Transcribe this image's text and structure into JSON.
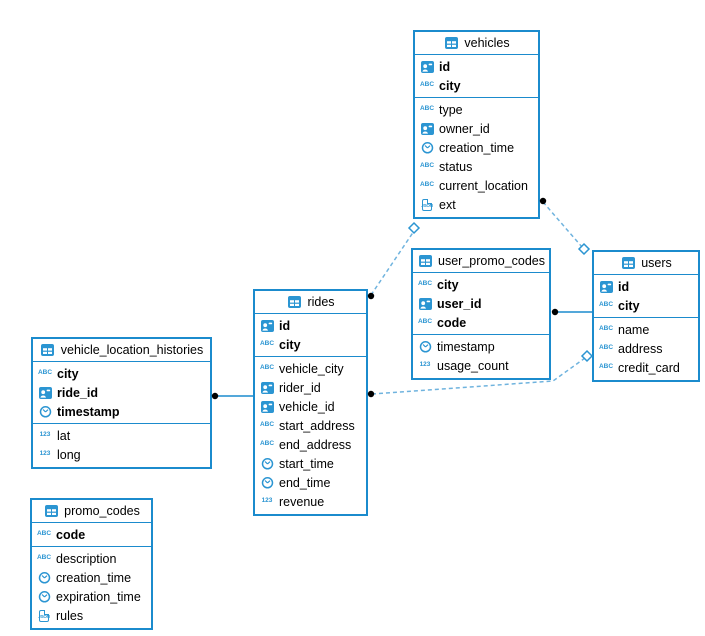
{
  "icons": {
    "text_glyph": "ABC",
    "number_glyph": "123",
    "json_glyph": "JSON"
  },
  "colors": {
    "table_border": "#1b8bcd",
    "icon_blue": "#2b95d2",
    "dashed_line": "#6fb3de",
    "solid_line": "#1b8bcd",
    "dot": "#000000",
    "diamond_fill": "#ffffff"
  },
  "tables": [
    {
      "name": "vehicles",
      "key_fields": [
        {
          "name": "id",
          "type": "uuid"
        },
        {
          "name": "city",
          "type": "text"
        }
      ],
      "fields": [
        {
          "name": "type",
          "type": "text"
        },
        {
          "name": "owner_id",
          "type": "uuid"
        },
        {
          "name": "creation_time",
          "type": "time"
        },
        {
          "name": "status",
          "type": "text"
        },
        {
          "name": "current_location",
          "type": "text"
        },
        {
          "name": "ext",
          "type": "json"
        }
      ]
    },
    {
      "name": "user_promo_codes",
      "key_fields": [
        {
          "name": "city",
          "type": "text"
        },
        {
          "name": "user_id",
          "type": "uuid"
        },
        {
          "name": "code",
          "type": "text"
        }
      ],
      "fields": [
        {
          "name": "timestamp",
          "type": "time"
        },
        {
          "name": "usage_count",
          "type": "number"
        }
      ]
    },
    {
      "name": "users",
      "key_fields": [
        {
          "name": "id",
          "type": "uuid"
        },
        {
          "name": "city",
          "type": "text"
        }
      ],
      "fields": [
        {
          "name": "name",
          "type": "text"
        },
        {
          "name": "address",
          "type": "text"
        },
        {
          "name": "credit_card",
          "type": "text"
        }
      ]
    },
    {
      "name": "rides",
      "key_fields": [
        {
          "name": "id",
          "type": "uuid"
        },
        {
          "name": "city",
          "type": "text"
        }
      ],
      "fields": [
        {
          "name": "vehicle_city",
          "type": "text"
        },
        {
          "name": "rider_id",
          "type": "uuid"
        },
        {
          "name": "vehicle_id",
          "type": "uuid"
        },
        {
          "name": "start_address",
          "type": "text"
        },
        {
          "name": "end_address",
          "type": "text"
        },
        {
          "name": "start_time",
          "type": "time"
        },
        {
          "name": "end_time",
          "type": "time"
        },
        {
          "name": "revenue",
          "type": "number"
        }
      ]
    },
    {
      "name": "vehicle_location_histories",
      "key_fields": [
        {
          "name": "city",
          "type": "text"
        },
        {
          "name": "ride_id",
          "type": "uuid"
        },
        {
          "name": "timestamp",
          "type": "time"
        }
      ],
      "fields": [
        {
          "name": "lat",
          "type": "number"
        },
        {
          "name": "long",
          "type": "number"
        }
      ]
    },
    {
      "name": "promo_codes",
      "key_fields": [
        {
          "name": "code",
          "type": "text"
        }
      ],
      "fields": [
        {
          "name": "description",
          "type": "text"
        },
        {
          "name": "creation_time",
          "type": "time"
        },
        {
          "name": "expiration_time",
          "type": "time"
        },
        {
          "name": "rules",
          "type": "json"
        }
      ]
    }
  ],
  "connections": [
    {
      "from": "rides",
      "to": "vehicles",
      "from_end": "dot",
      "to_end": "diamond",
      "style": "dashed"
    },
    {
      "from": "vehicles",
      "to": "users",
      "from_end": "dot",
      "to_end": "diamond",
      "style": "dashed"
    },
    {
      "from": "rides",
      "to": "users",
      "from_end": "dot",
      "to_end": "diamond",
      "style": "dashed"
    },
    {
      "from": "user_promo_codes",
      "to": "users",
      "from_end": "dot",
      "to_end": "edge",
      "style": "solid"
    },
    {
      "from": "vehicle_location_histories",
      "to": "rides",
      "from_end": "dot",
      "to_end": "edge",
      "style": "solid"
    }
  ]
}
